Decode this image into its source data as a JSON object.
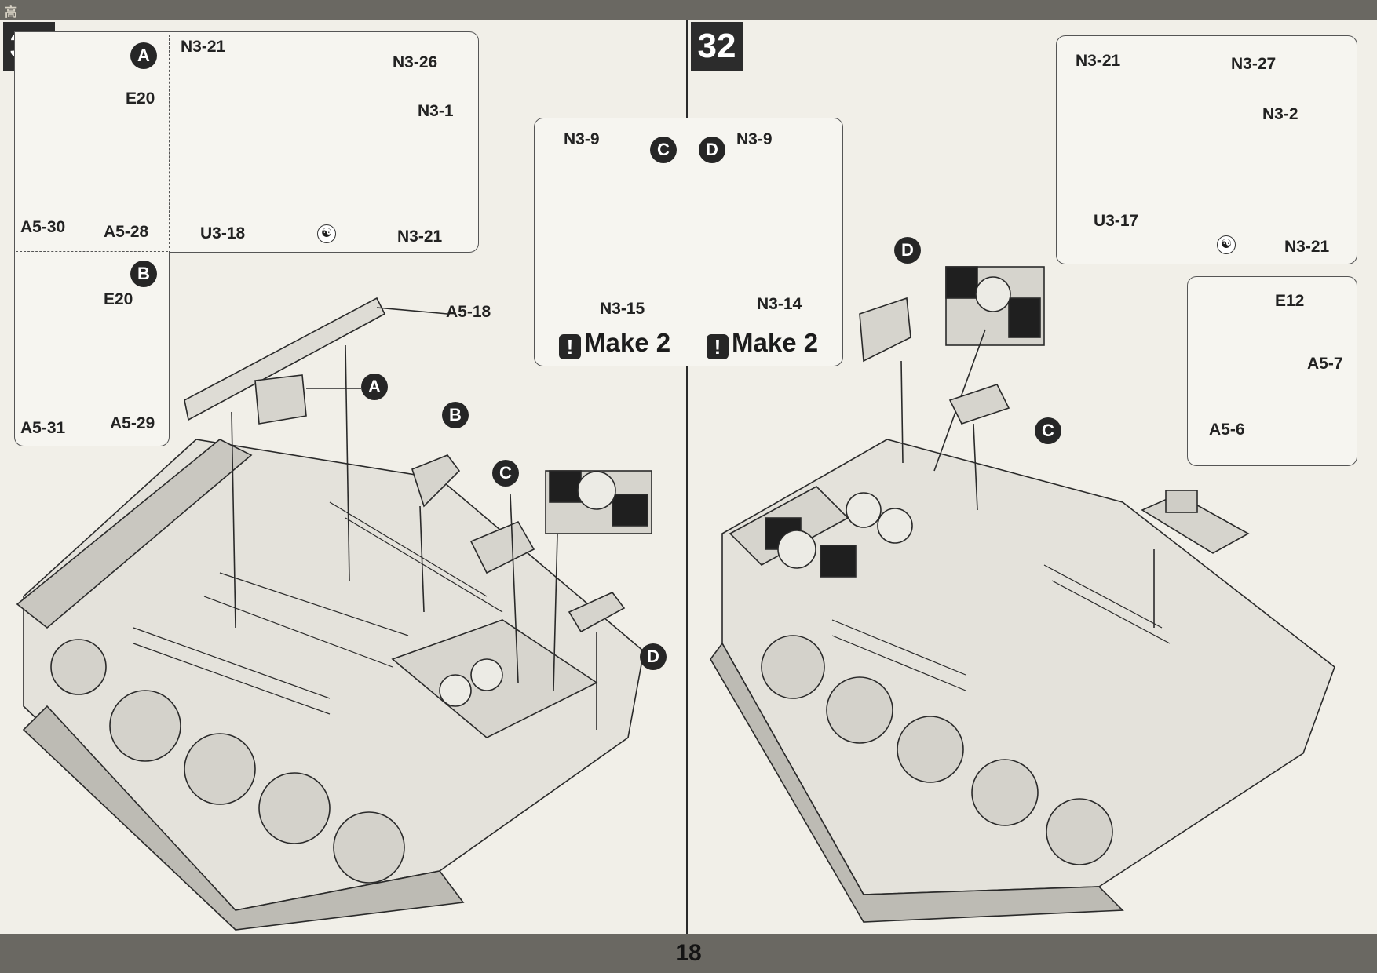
{
  "header": {
    "logo_text": "高"
  },
  "footer": {
    "page_number": "18"
  },
  "step31": {
    "number": "31",
    "detail_a": {
      "badge": "A",
      "left_labels": [
        "E20",
        "A5-30",
        "A5-28"
      ],
      "right_labels": [
        "N3-21",
        "N3-26",
        "N3-1",
        "U3-18",
        "N3-21"
      ],
      "glue_icon": "glue-icon"
    },
    "detail_b": {
      "badge": "B",
      "labels": [
        "E20",
        "A5-31",
        "A5-29"
      ]
    },
    "main_labels": {
      "a5_18": "A5-18",
      "badge_a": "A",
      "badge_b": "B",
      "badge_c": "C",
      "badge_d": "D"
    }
  },
  "subassembly": {
    "c": {
      "badge": "C",
      "labels": [
        "N3-9",
        "N3-15"
      ],
      "make": "Make 2"
    },
    "d": {
      "badge": "D",
      "labels": [
        "N3-9",
        "N3-14"
      ],
      "make": "Make 2"
    },
    "warning_icon": "!"
  },
  "step32": {
    "number": "32",
    "detail": {
      "labels": [
        "N3-21",
        "N3-27",
        "N3-2",
        "U3-17",
        "N3-21"
      ],
      "glue_icon": "glue-icon"
    },
    "bubble": {
      "labels": [
        "E12",
        "A5-7",
        "A5-6"
      ]
    },
    "main_labels": {
      "badge_d": "D",
      "badge_c": "C"
    }
  }
}
